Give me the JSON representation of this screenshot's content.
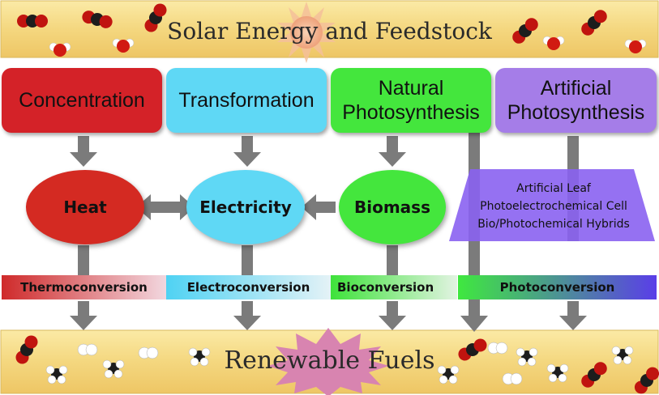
{
  "top_banner": {
    "title": "Solar Energy and Feedstock"
  },
  "bottom_banner": {
    "title": "Renewable Fuels"
  },
  "boxes": [
    {
      "label": "Concentration",
      "color": "#d42228"
    },
    {
      "label": "Transformation",
      "color": "#5fd8f5"
    },
    {
      "label": "Natural\nPhotosynthesis",
      "color": "#44e63d"
    },
    {
      "label": "Artificial\nPhotosynthesis",
      "color": "#a57de8"
    }
  ],
  "intermediates": [
    {
      "label": "Heat",
      "color": "#d42a22"
    },
    {
      "label": "Electricity",
      "color": "#5fd8f5"
    },
    {
      "label": "Biomass",
      "color": "#44e63d"
    }
  ],
  "artificial_devices": [
    "Artificial Leaf",
    "Photoelectrochemical Cell",
    "Bio/Photochemical Hybrids"
  ],
  "conversions": [
    {
      "label": "Thermoconversion"
    },
    {
      "label": "Electroconversion"
    },
    {
      "label": "Bioconversion"
    },
    {
      "label": "Photoconversion"
    }
  ],
  "colors": {
    "banner": "#f6dc8e",
    "sun": "#f1b48a",
    "starburst": "#d87cae",
    "arrow": "#7a7a7a",
    "trapezoid": "#8a63f0"
  }
}
